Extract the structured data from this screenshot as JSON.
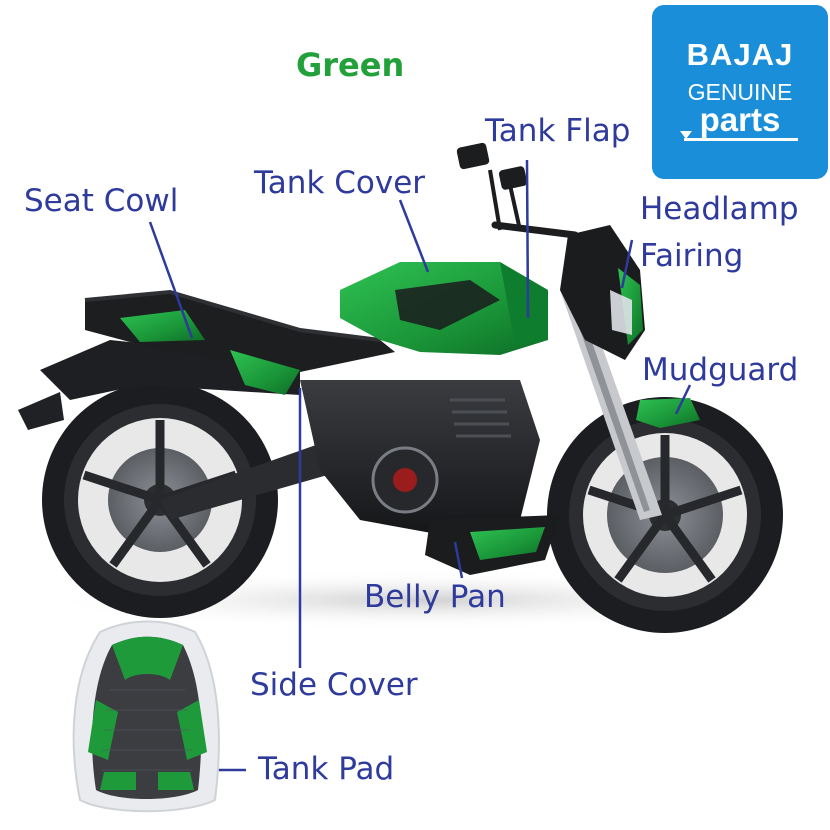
{
  "title": "Green",
  "logo": {
    "line1": "BAJAJ",
    "line2": "GENUINE",
    "line3": "parts",
    "background": "#1a8ed8"
  },
  "labels": {
    "tank_flap": "Tank Flap",
    "tank_cover": "Tank Cover",
    "seat_cowl": "Seat Cowl",
    "headlamp": "Headlamp",
    "fairing": "Fairing",
    "mudguard": "Mudguard",
    "belly_pan": "Belly Pan",
    "side_cover": "Side Cover",
    "tank_pad": "Tank Pad"
  },
  "colors": {
    "title": "#22a03a",
    "label": "#2e3a9c",
    "green_panel": "#1f9a3c",
    "bike_black": "#1b1c1e"
  }
}
